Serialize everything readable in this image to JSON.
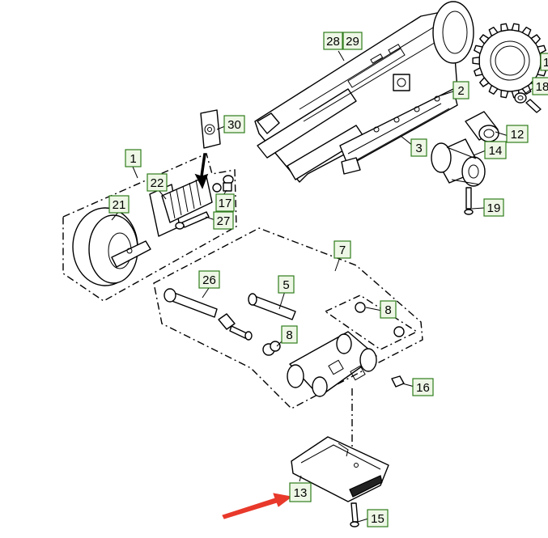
{
  "diagram": {
    "callouts": [
      {
        "id": "c1",
        "label": "1"
      },
      {
        "id": "c2",
        "label": "2"
      },
      {
        "id": "c3",
        "label": "3"
      },
      {
        "id": "c5",
        "label": "5"
      },
      {
        "id": "c7",
        "label": "7"
      },
      {
        "id": "c8a",
        "label": "8"
      },
      {
        "id": "c8b",
        "label": "8"
      },
      {
        "id": "c12",
        "label": "12"
      },
      {
        "id": "c13",
        "label": "13"
      },
      {
        "id": "c14",
        "label": "14"
      },
      {
        "id": "c15",
        "label": "15"
      },
      {
        "id": "c16",
        "label": "16"
      },
      {
        "id": "c17",
        "label": "17"
      },
      {
        "id": "c18",
        "label": "18"
      },
      {
        "id": "c19",
        "label": "19"
      },
      {
        "id": "c21",
        "label": "21"
      },
      {
        "id": "c22",
        "label": "22"
      },
      {
        "id": "c26",
        "label": "26"
      },
      {
        "id": "c27",
        "label": "27"
      },
      {
        "id": "c28",
        "label": "28"
      },
      {
        "id": "c29",
        "label": "29"
      },
      {
        "id": "c30",
        "label": "30"
      },
      {
        "id": "c_edge",
        "label": "1"
      }
    ],
    "colors": {
      "callout_border": "#2f7d1c",
      "callout_fill": "#eef7e6",
      "pointer_arrow": "#e8392b"
    }
  }
}
